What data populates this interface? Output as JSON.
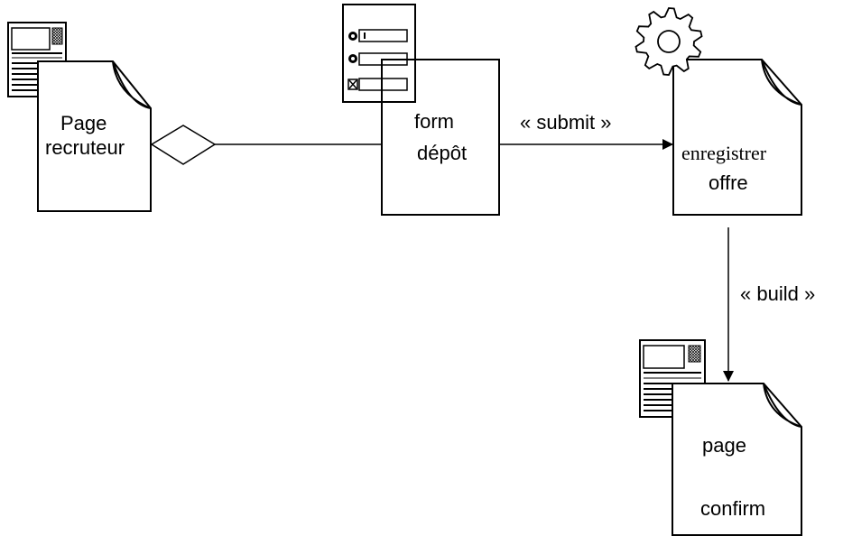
{
  "nodes": {
    "page_recruteur": {
      "line1": "Page",
      "line2": "recruteur",
      "icon": "web-page-icon"
    },
    "form_depot": {
      "line1": "form",
      "line2": "dépôt",
      "icon": "form-icon"
    },
    "enregistrer_offre": {
      "line1": "enregistrer",
      "line2": "offre",
      "icon": "gear-icon"
    },
    "page_confirm": {
      "line1": "page",
      "line2": "confirm",
      "icon": "web-page-icon"
    }
  },
  "edges": {
    "submit": {
      "label": "« submit »"
    },
    "build": {
      "label": "« build »"
    }
  }
}
